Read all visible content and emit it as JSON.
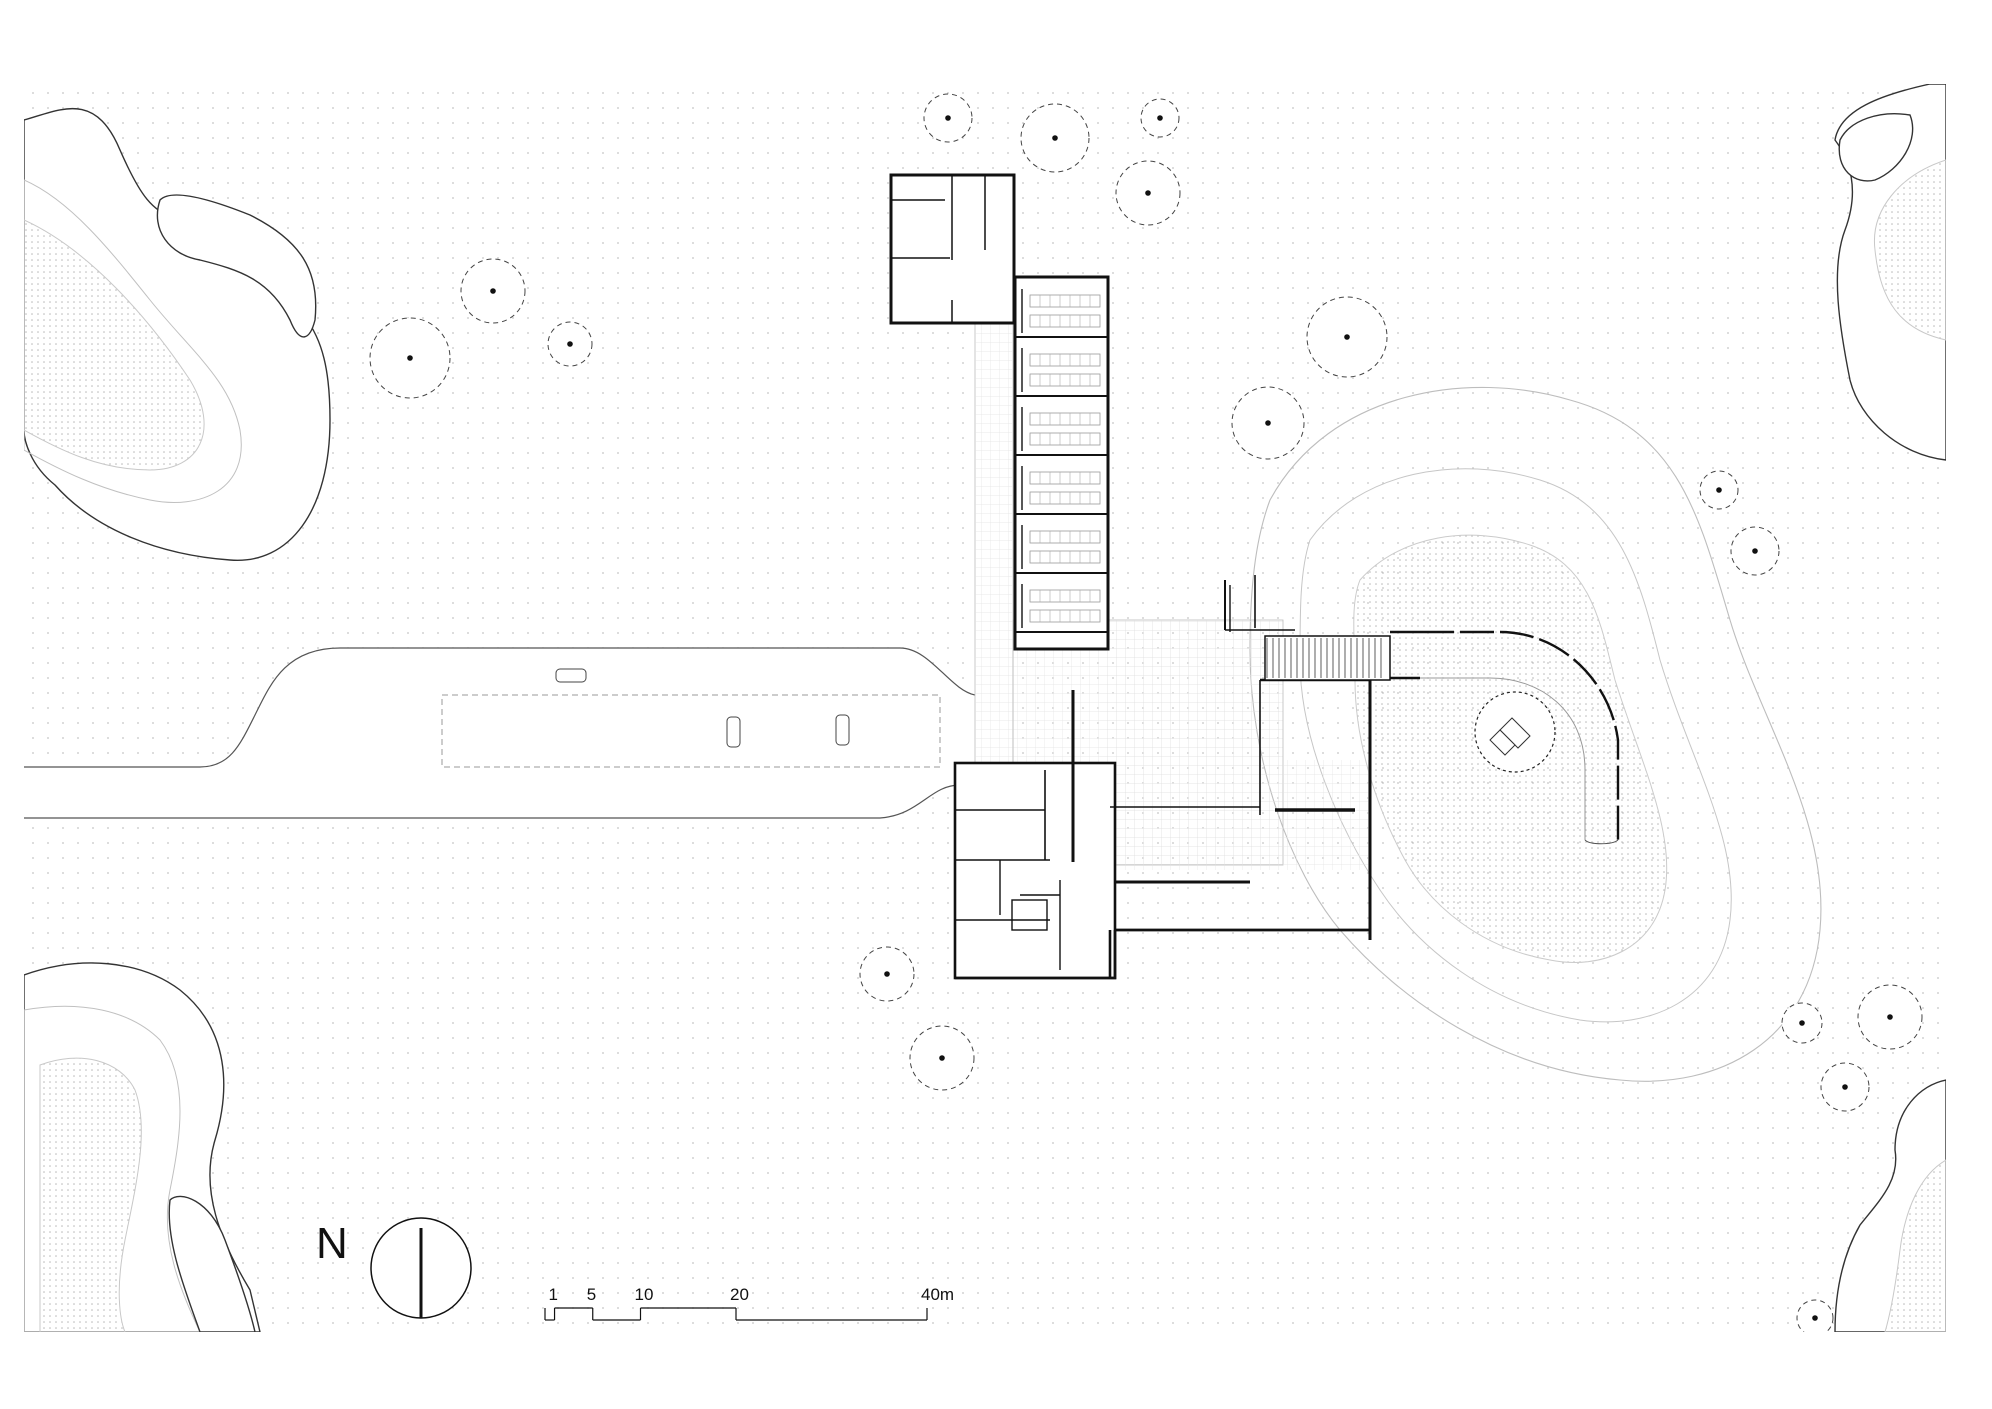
{
  "north_label": "N",
  "scale_bar": {
    "unit": "m",
    "ticks": [
      {
        "value": 1,
        "label": "1"
      },
      {
        "value": 5,
        "label": "5"
      },
      {
        "value": 10,
        "label": "10"
      },
      {
        "value": 20,
        "label": "20"
      },
      {
        "value": 40,
        "label": "40m"
      }
    ]
  },
  "colors": {
    "ink": "#111111",
    "line": "#222222",
    "dots": "#c8c8c8",
    "contour": "#b5b5b5",
    "hatch": "#d9d9d9"
  }
}
